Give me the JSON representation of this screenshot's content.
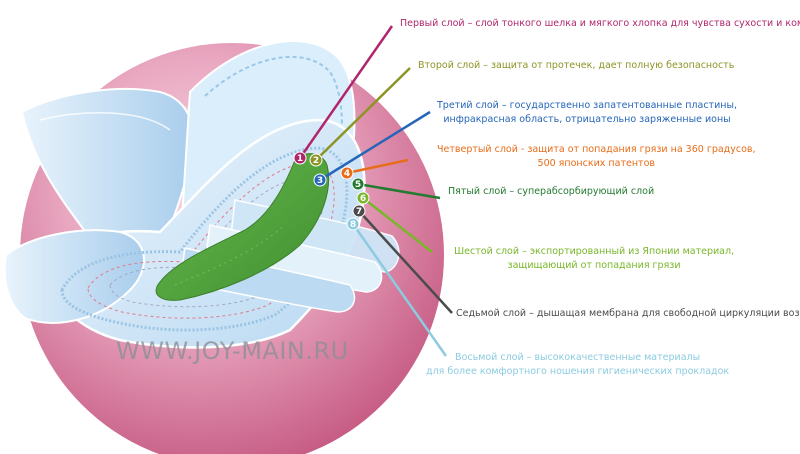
{
  "watermark": "WWW.JOY-MAIN.RU",
  "colors": {
    "ball": "#e89bb6",
    "core": "#55a83e"
  },
  "layers": [
    {
      "number": "1",
      "color": "#b0266c",
      "lines": [
        "Первый слой – слой тонкого шелка и мягкого хлопка для чувства сухости и комфорта"
      ]
    },
    {
      "number": "2",
      "color": "#8c9424",
      "lines": [
        "Второй слой – защита от протечек, дает полную безопасность"
      ]
    },
    {
      "number": "3",
      "color": "#2666b8",
      "lines": [
        "Третий слой – государственно запатентованные пластины,",
        "инфракрасная область, отрицательно заряженные ионы"
      ]
    },
    {
      "number": "4",
      "color": "#e86d1a",
      "lines": [
        "Четвертый слой - защита от попадания грязи на 360 градусов,",
        "500 японских патентов"
      ]
    },
    {
      "number": "5",
      "color": "#247a30",
      "lines": [
        "Пятый слой – суперабсорбирующий слой"
      ]
    },
    {
      "number": "6",
      "color": "#79b62a",
      "lines": [
        "Шестой слой – экспортированный из Японии материал,",
        "защищающий от попадания грязи"
      ]
    },
    {
      "number": "7",
      "color": "#4b4b4b",
      "lines": [
        "Седьмой слой – дышащая мембрана для свободной циркуляции воздуха"
      ]
    },
    {
      "number": "8",
      "color": "#8ccbe0",
      "lines": [
        "Восьмой слой – высококачественные материалы",
        "для более комфортного ношения гигиенических прокладок"
      ]
    }
  ]
}
